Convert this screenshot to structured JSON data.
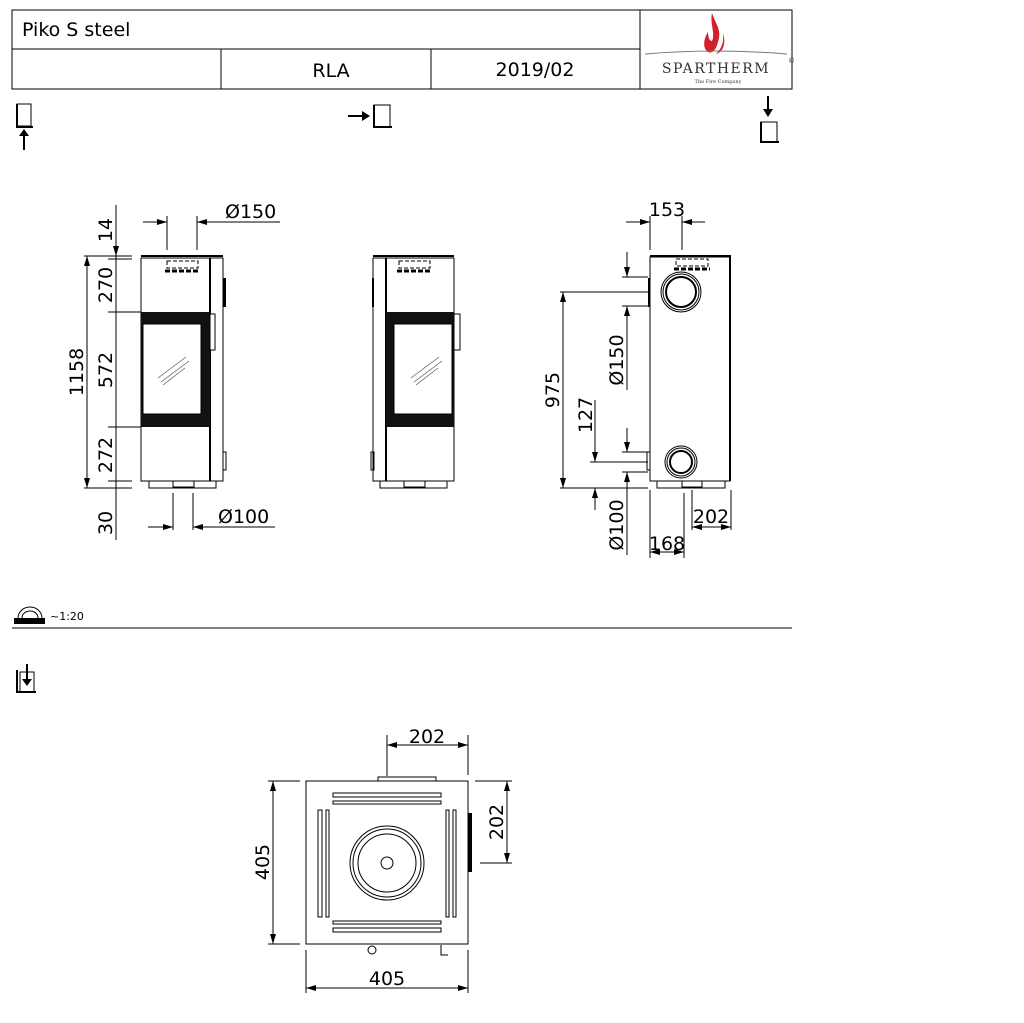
{
  "title_block": {
    "product": "Piko S steel",
    "variant": "RLA",
    "date": "2019/02",
    "logo_text": "SPARTHERM",
    "logo_tagline": "The Fire Company",
    "logo_flame_color": "#d4202a"
  },
  "front_view": {
    "dims": {
      "top_gap": "14",
      "top_section": "270",
      "window": "572",
      "bottom_section": "272",
      "base": "30",
      "total": "1158",
      "flue_top": "Ø150",
      "air_bottom": "Ø100"
    }
  },
  "side_view": {
    "dims": {
      "flue_offset": "153",
      "flue_diameter": "Ø150",
      "flue_height": "975",
      "air_height": "127",
      "air_diameter": "Ø100",
      "air_from_back": "202",
      "air_depth": "168"
    }
  },
  "scale": {
    "label": "~1:20"
  },
  "top_view": {
    "dims": {
      "flue_x": "202",
      "flue_y": "202",
      "depth": "405",
      "width": "405"
    }
  }
}
